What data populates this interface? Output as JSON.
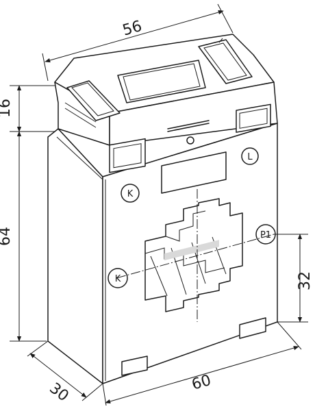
{
  "drawing": {
    "dimensions": {
      "width_top": "56",
      "terminal_height": "16",
      "body_height": "64",
      "depth": "30",
      "width_bottom": "60",
      "window_center": "32"
    },
    "markings": {
      "k_upper": "K",
      "l_upper": "L",
      "p1": "P1",
      "k_lower": "K"
    },
    "colors": {
      "line": "#1a1a1a",
      "face": "#ffffff",
      "shade": "#d9d9d9"
    }
  }
}
